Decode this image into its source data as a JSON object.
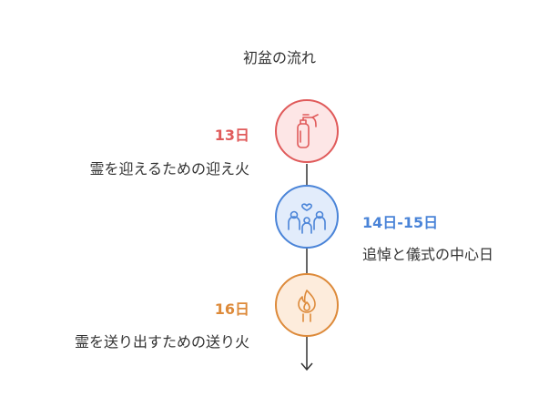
{
  "title": "初盆の流れ",
  "steps": [
    {
      "date": "13日",
      "description": "霊を迎えるための迎え火",
      "icon": "fire-extinguisher-icon",
      "color": "#e05a5a",
      "fill": "#fde6e6",
      "side": "left"
    },
    {
      "date": "14日-15日",
      "description": "追悼と儀式の中心日",
      "icon": "family-heart-icon",
      "color": "#4a84d8",
      "fill": "#e2ecfb",
      "side": "right"
    },
    {
      "date": "16日",
      "description": "霊を送り出すための送り火",
      "icon": "flame-torch-icon",
      "color": "#dd8a3a",
      "fill": "#fdecdc",
      "side": "left"
    }
  ]
}
